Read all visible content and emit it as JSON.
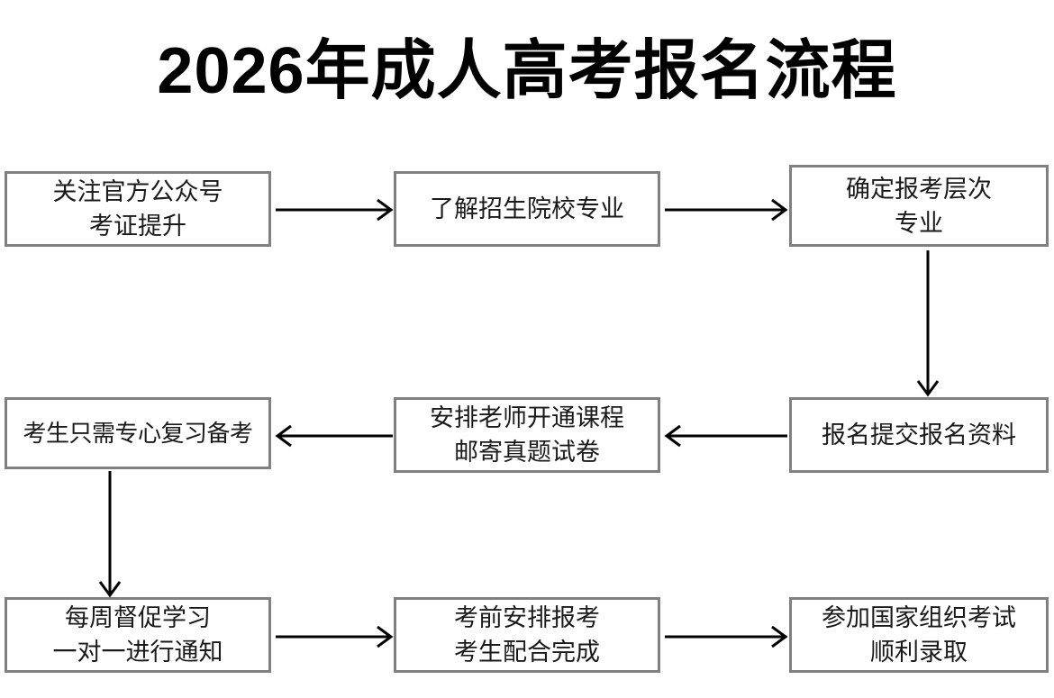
{
  "title": "2026年成人高考报名流程",
  "diagram": {
    "type": "flowchart",
    "border_color": "#808080",
    "arrow_color": "#000000",
    "background": "#ffffff",
    "nodes": [
      {
        "id": "n1",
        "line1": "关注官方公众号",
        "line2": "考证提升"
      },
      {
        "id": "n2",
        "line1": "了解招生院校专业",
        "line2": ""
      },
      {
        "id": "n3",
        "line1": "确定报考层次",
        "line2": "专业"
      },
      {
        "id": "n4",
        "line1": "考生只需专心复习备考",
        "line2": ""
      },
      {
        "id": "n5",
        "line1": "安排老师开通课程",
        "line2": "邮寄真题试卷"
      },
      {
        "id": "n6",
        "line1": "报名提交报名资料",
        "line2": ""
      },
      {
        "id": "n7",
        "line1": "每周督促学习",
        "line2": "一对一进行通知"
      },
      {
        "id": "n8",
        "line1": "考前安排报考",
        "line2": "考生配合完成"
      },
      {
        "id": "n9",
        "line1": "参加国家组织考试",
        "line2": "顺利录取"
      }
    ],
    "edges": [
      {
        "from": "n1",
        "to": "n2",
        "direction": "right"
      },
      {
        "from": "n2",
        "to": "n3",
        "direction": "right"
      },
      {
        "from": "n3",
        "to": "n6",
        "direction": "down"
      },
      {
        "from": "n6",
        "to": "n5",
        "direction": "left"
      },
      {
        "from": "n5",
        "to": "n4",
        "direction": "left"
      },
      {
        "from": "n4",
        "to": "n7",
        "direction": "down"
      },
      {
        "from": "n7",
        "to": "n8",
        "direction": "right"
      },
      {
        "from": "n8",
        "to": "n9",
        "direction": "right"
      }
    ]
  }
}
